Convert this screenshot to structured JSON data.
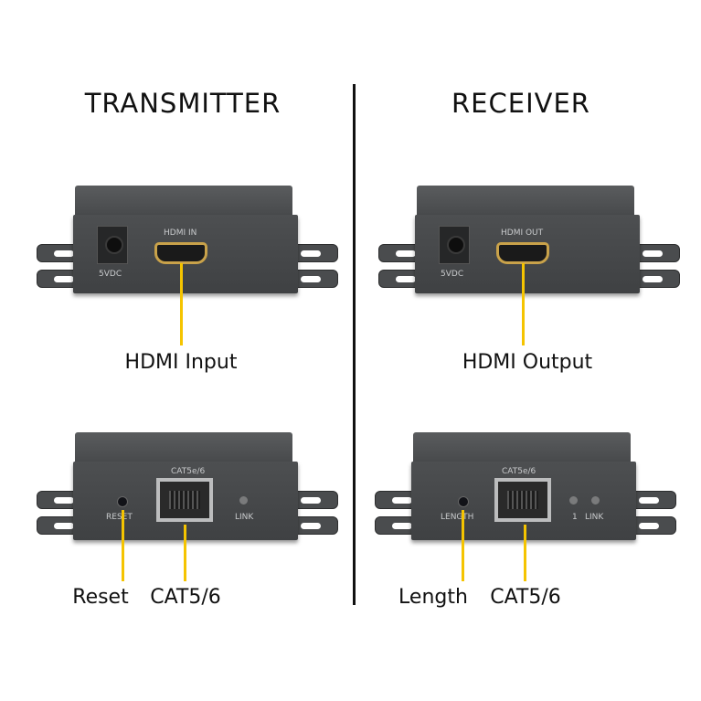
{
  "headings": {
    "transmitter": "TRANSMITTER",
    "receiver": "RECEIVER"
  },
  "transmitter_front": {
    "power_port": "5VDC",
    "hdmi_port": "HDMI IN",
    "callout": "HDMI Input"
  },
  "receiver_front": {
    "power_port": "5VDC",
    "hdmi_port": "HDMI OUT",
    "callout": "HDMI Output"
  },
  "transmitter_back": {
    "network_port": "CAT5e/6",
    "button": "RESET",
    "led": "LINK",
    "callouts": [
      "Reset",
      "CAT5/6"
    ]
  },
  "receiver_back": {
    "network_port": "CAT5e/6",
    "button": "LENGTH",
    "led_index": "1",
    "led": "LINK",
    "callouts": [
      "Length",
      "CAT5/6"
    ]
  },
  "colors": {
    "leader": "#f5c400",
    "device": "#47494b",
    "divider": "#111111"
  }
}
